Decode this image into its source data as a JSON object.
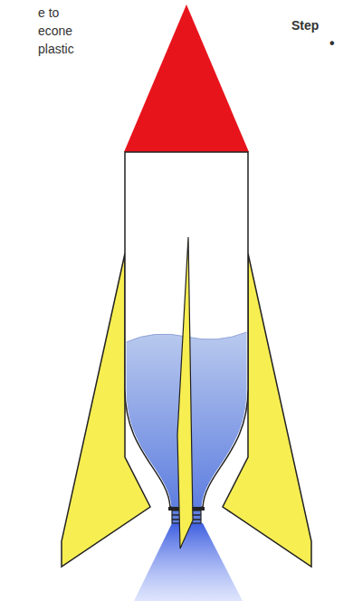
{
  "diagram": {
    "labels": [
      "e to econe plastic",
      "Step",
      "•"
    ]
  }
}
